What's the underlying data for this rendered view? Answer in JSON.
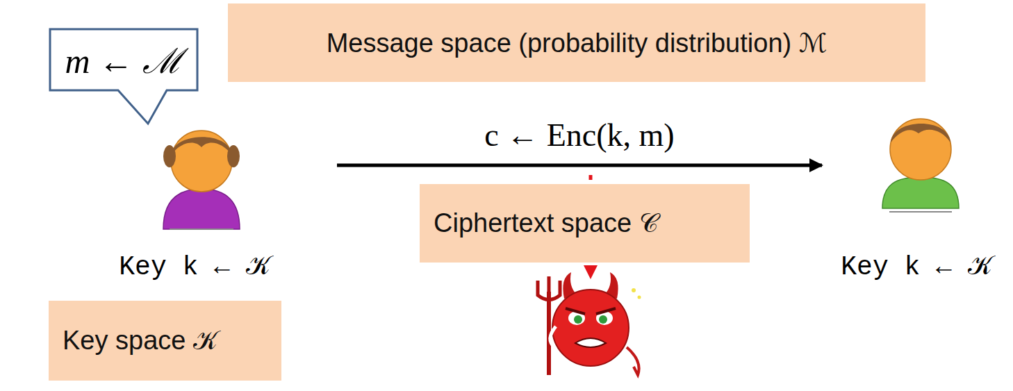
{
  "diagram": {
    "nodes": [
      {
        "text": [
          "m ← ℳ"
        ]
      },
      {
        "text": [
          "Message space (probability distribution) ℳ"
        ]
      },
      {
        "text": [
          "Key k ← 𝒦"
        ]
      },
      {
        "text": [
          "Ciphertext space 𝒞"
        ]
      },
      {
        "text": [
          "Key k ← 𝒦"
        ]
      },
      {
        "text": [
          "Key space 𝒦"
        ]
      }
    ],
    "edges": [
      {
        "from": 2,
        "to": 4,
        "arrow": "to",
        "label": "c ← Enc(k, m)"
      }
    ]
  }
}
